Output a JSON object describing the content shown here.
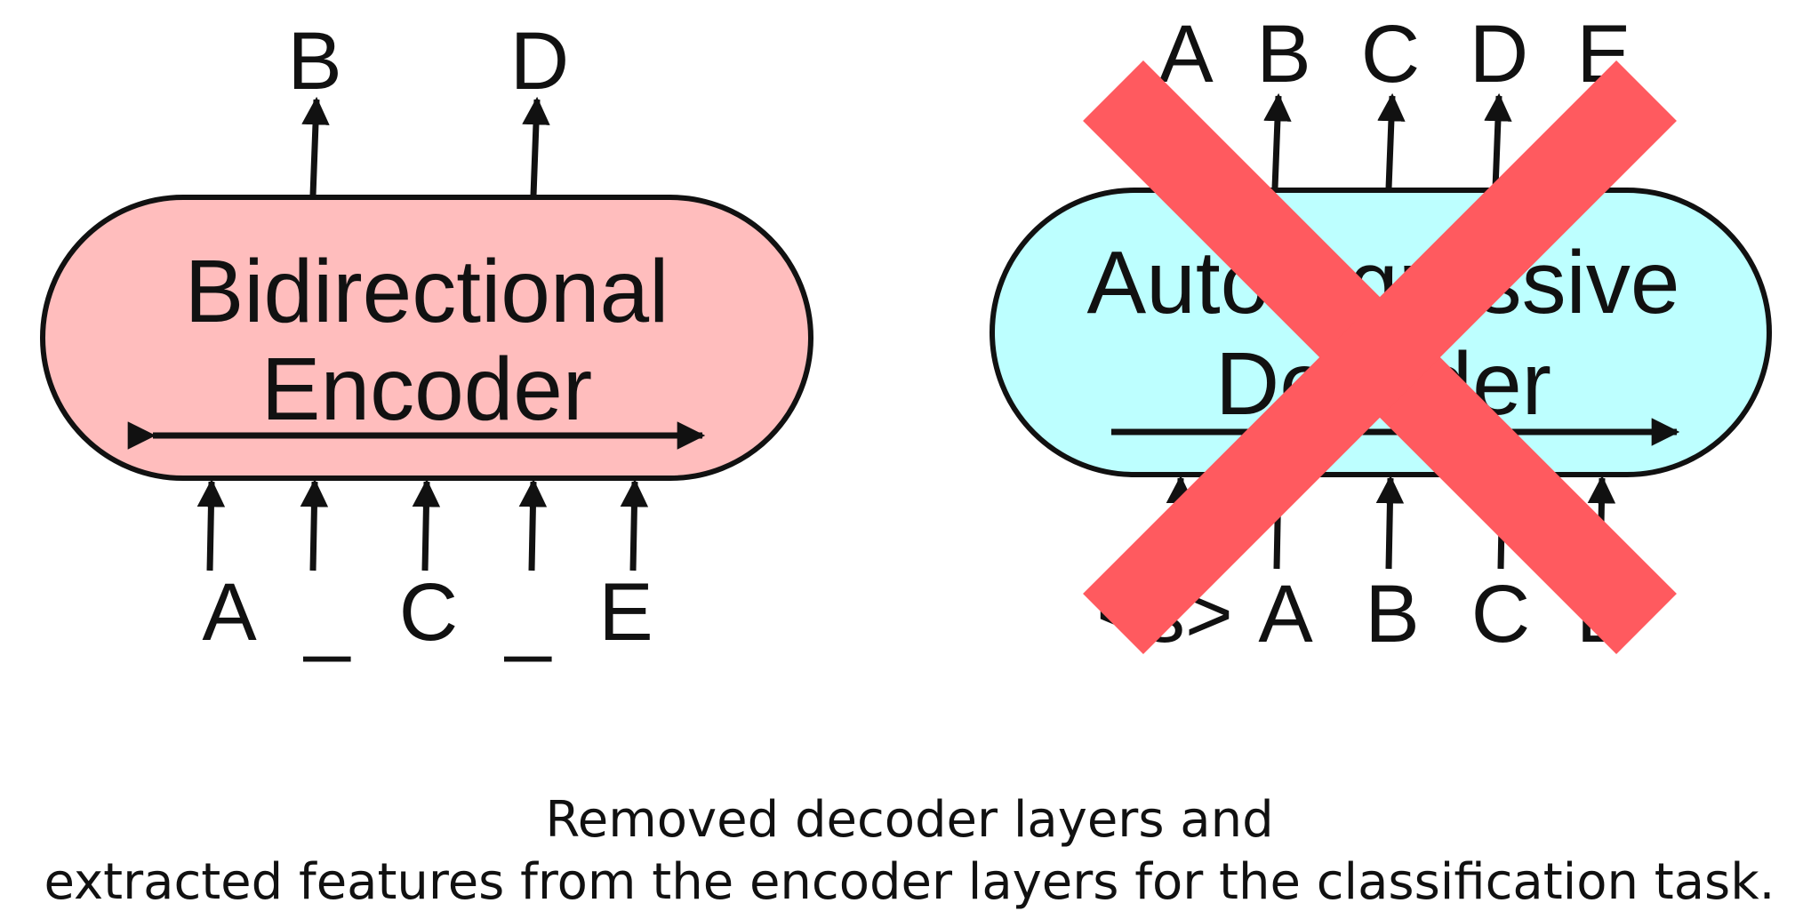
{
  "encoder": {
    "label_line1": "Bidirectional",
    "label_line2": "Encoder",
    "outputs": [
      "B",
      "D"
    ],
    "inputs": [
      "A",
      "_",
      "C",
      "_",
      "E"
    ],
    "fill_color": "#ffbdbd"
  },
  "decoder": {
    "label_line1": "Autoregressive",
    "label_line2": "Decoder",
    "outputs": [
      "A",
      "B",
      "C",
      "D",
      "E"
    ],
    "inputs": [
      "<s>",
      "A",
      "B",
      "C",
      "D"
    ],
    "fill_color": "#bdffff",
    "removed": true,
    "cross_color": "#ff5a5f"
  },
  "caption": {
    "line1": "Removed decoder layers and",
    "line2": "extracted features from the encoder layers for the classification task."
  }
}
